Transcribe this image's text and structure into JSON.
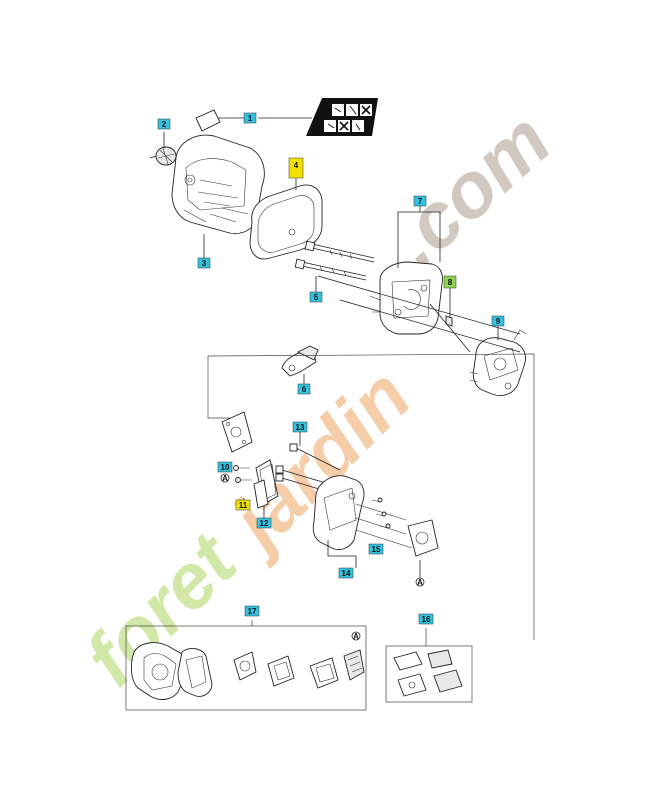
{
  "watermark": {
    "text_green": "foret",
    "text_orange": "jardin",
    "text_gray": ".com",
    "colors": {
      "green": "#c9e49a",
      "orange": "#f4c59a",
      "gray": "#c9c0b4"
    }
  },
  "label_colors": {
    "cyan": "#33c3e0",
    "yellow": "#f2e200",
    "green": "#8fd14f",
    "orange": "#f5b25a"
  },
  "callouts": [
    {
      "id": "c1",
      "text": "1"
    },
    {
      "id": "c2",
      "text": "2"
    },
    {
      "id": "c3",
      "text": "3"
    },
    {
      "id": "c4",
      "text": "4"
    },
    {
      "id": "c5",
      "text": "5"
    },
    {
      "id": "c6",
      "text": "6"
    },
    {
      "id": "c7",
      "text": "7"
    },
    {
      "id": "c8",
      "text": "8"
    },
    {
      "id": "c9",
      "text": "9"
    },
    {
      "id": "c10",
      "text": "10"
    },
    {
      "id": "c11",
      "text": "11"
    },
    {
      "id": "c12",
      "text": "12"
    },
    {
      "id": "c13",
      "text": "13"
    },
    {
      "id": "c14",
      "text": "14"
    },
    {
      "id": "c15",
      "text": "15"
    },
    {
      "id": "c16",
      "text": "16"
    },
    {
      "id": "c17",
      "text": "17"
    }
  ],
  "ref_markers": [
    {
      "id": "a1",
      "text": "A"
    },
    {
      "id": "a2",
      "text": "A"
    },
    {
      "id": "a3",
      "text": "A"
    }
  ]
}
